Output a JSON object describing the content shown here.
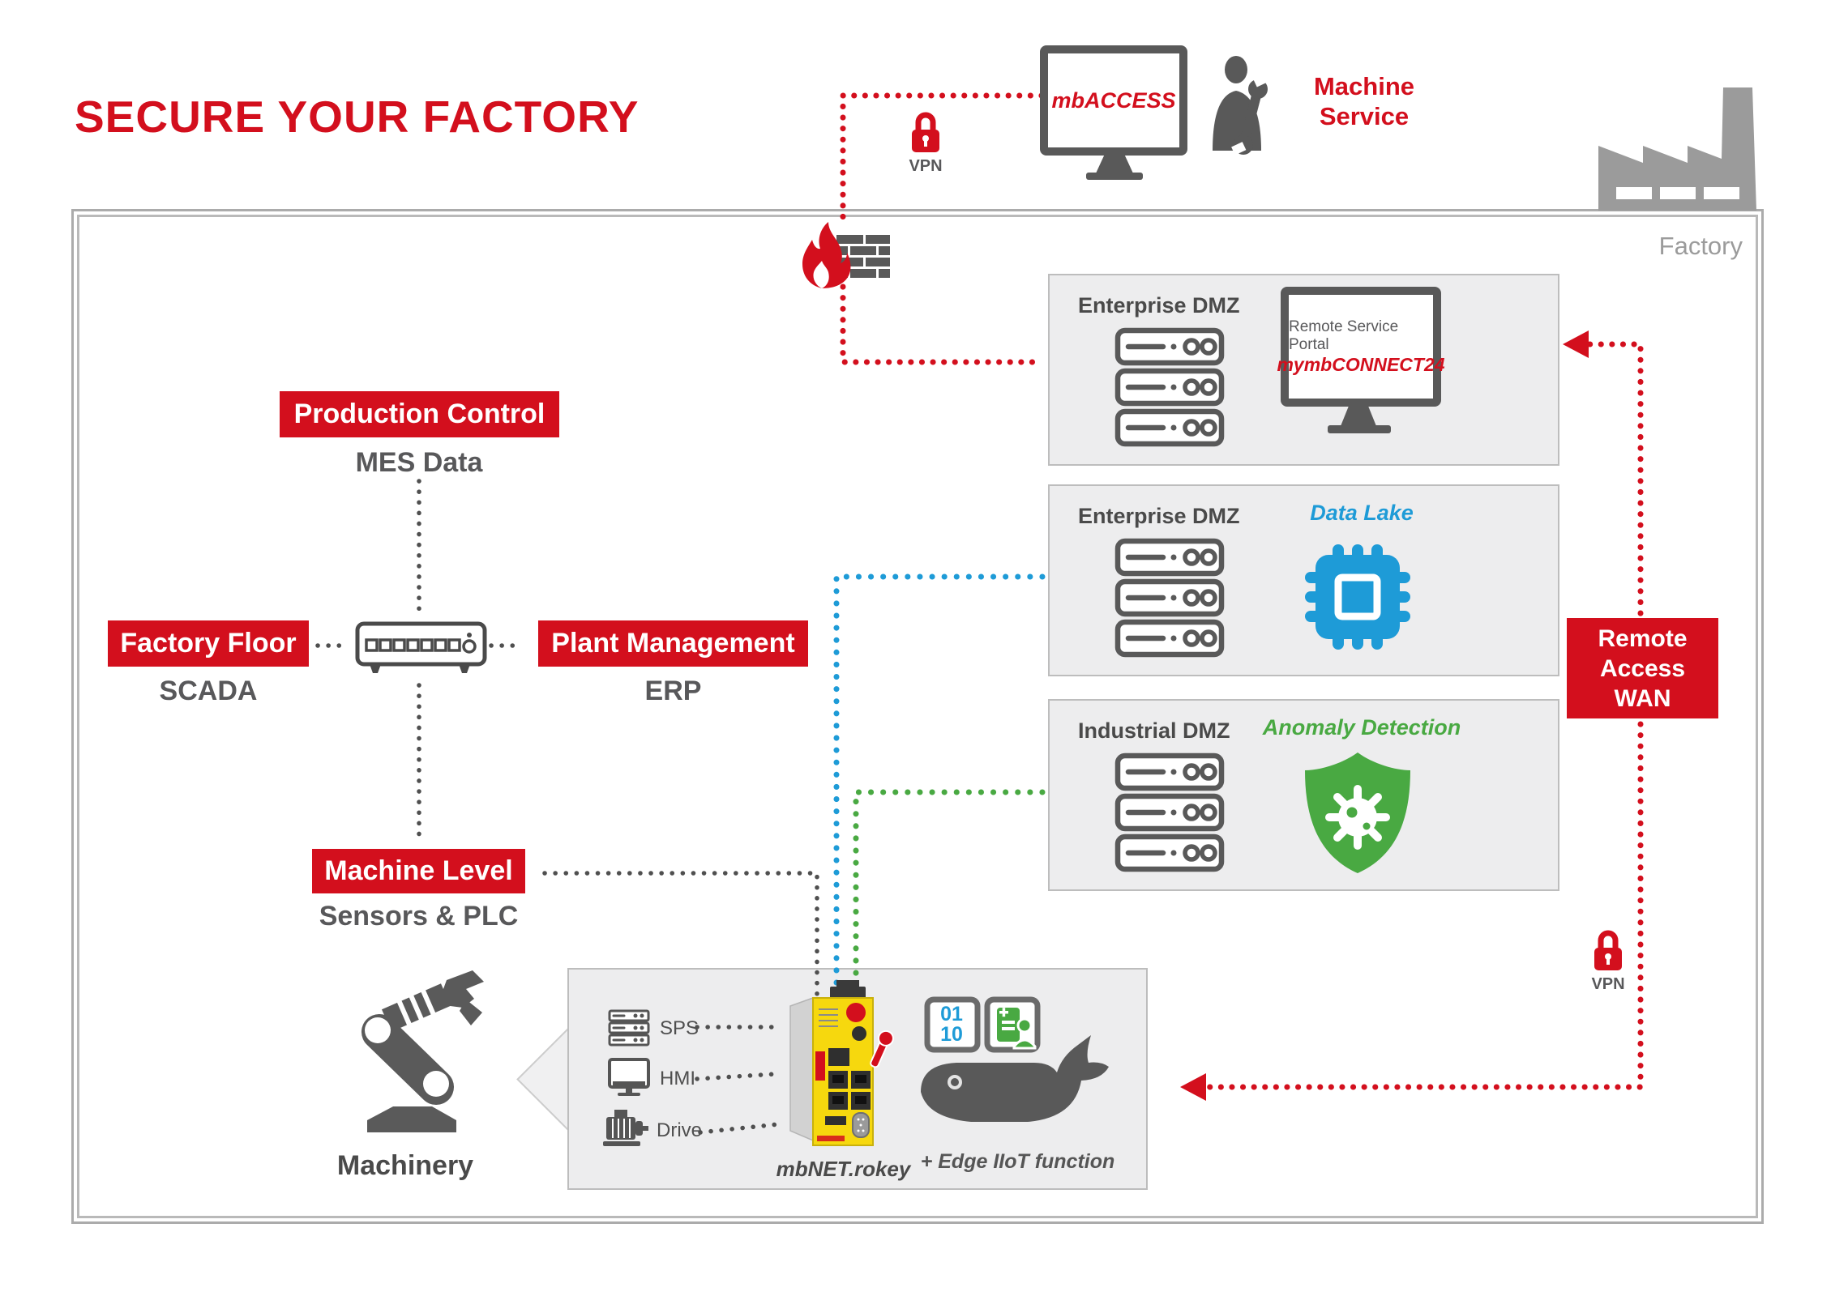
{
  "title": "SECURE YOUR FACTORY",
  "colors": {
    "red": "#d30f1d",
    "blue": "#1e9bd7",
    "green": "#49a942",
    "dark": "#58585a",
    "icon_gray": "#595959",
    "light_gray": "#9b9b9b",
    "panel_bg": "#ededee",
    "panel_border": "#bdbdbd",
    "device_yellow": "#f6d80e"
  },
  "factory": {
    "label": "Factory"
  },
  "remote_user": {
    "vpn_label": "VPN",
    "screen_label": "mbACCESS",
    "service_line1": "Machine",
    "service_line2": "Service"
  },
  "levels": {
    "production_control": {
      "label": "Production Control",
      "sublabel": "MES Data"
    },
    "factory_floor": {
      "label": "Factory Floor",
      "sublabel": "SCADA"
    },
    "plant_management": {
      "label": "Plant Management",
      "sublabel": "ERP"
    },
    "machine_level": {
      "label": "Machine Level",
      "sublabel": "Sensors & PLC"
    }
  },
  "panels": [
    {
      "name": "Enterprise DMZ",
      "caption1": "Remote Service Portal",
      "caption2": "mymbCONNECT24"
    },
    {
      "name": "Enterprise DMZ",
      "caption": "Data Lake"
    },
    {
      "name": "Industrial DMZ",
      "caption": "Anomaly Detection"
    }
  ],
  "remote_access": {
    "line1": "Remote",
    "line2": "Access",
    "line3": "WAN",
    "vpn_label": "VPN"
  },
  "edge": {
    "sources": [
      {
        "label": "SPS"
      },
      {
        "label": "HMI"
      },
      {
        "label": "Drive"
      }
    ],
    "device_label": "mbNET.rokey",
    "caption": "+ Edge IIoT function",
    "binary1": "01",
    "binary2": "10"
  },
  "machinery": {
    "label": "Machinery"
  }
}
